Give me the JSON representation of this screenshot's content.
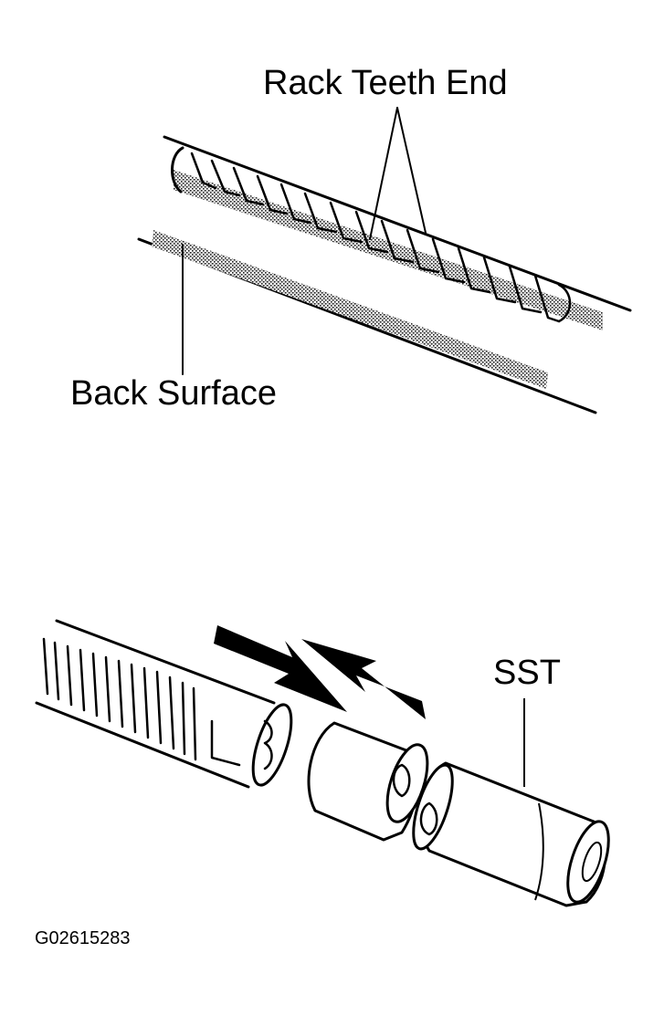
{
  "figure": {
    "callouts": {
      "rack_teeth_end": "Rack Teeth End",
      "back_surface": "Back Surface",
      "sst": "SST"
    },
    "figure_code": "G02615283"
  },
  "colors": {
    "ink": "#000000",
    "stipple": "#8a8a8a",
    "background": "#ffffff"
  }
}
